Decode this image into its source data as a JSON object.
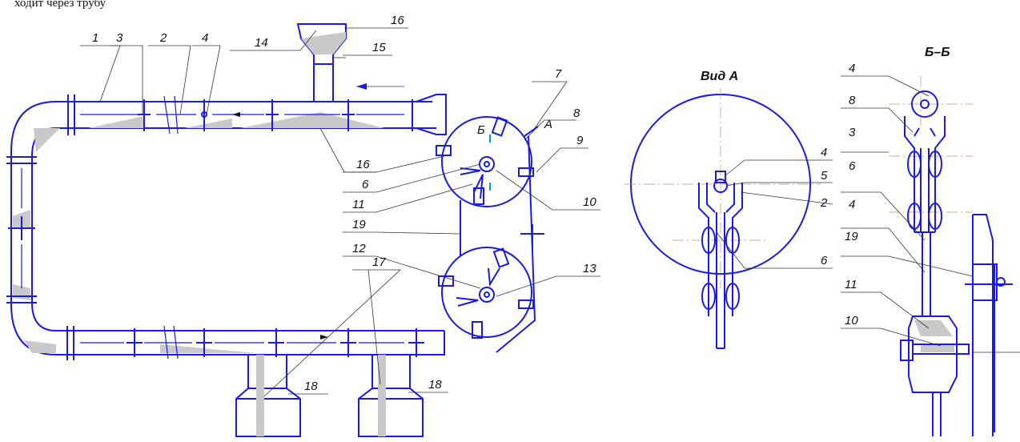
{
  "caption": "ходит через трубу",
  "views": {
    "view_a_title": "Вид А",
    "section_title": "Б–Б"
  },
  "callouts": {
    "c1": "1",
    "c2": "2",
    "c3": "3",
    "c4": "4",
    "c14": "14",
    "c16a": "16",
    "c15": "15",
    "c16b": "16",
    "c7": "7",
    "cA": "А",
    "cB": "Б",
    "c8": "8",
    "c9": "9",
    "c6": "6",
    "c11": "11",
    "c10": "10",
    "c19": "19",
    "c12": "12",
    "c13": "13",
    "c17": "17",
    "c18a": "18",
    "c18b": "18",
    "va4": "4",
    "va5": "5",
    "va2": "2",
    "va6": "6",
    "bb4": "4",
    "bb8": "8",
    "bb3": "3",
    "bb6": "6",
    "bb4b": "4",
    "bb19": "19",
    "bb11": "11",
    "bb10": "10"
  },
  "colors": {
    "line": "#1a1ae6",
    "fill_gray": "#c9c9c9",
    "axis": "#d08a6a",
    "cyan": "#00a0c8"
  }
}
